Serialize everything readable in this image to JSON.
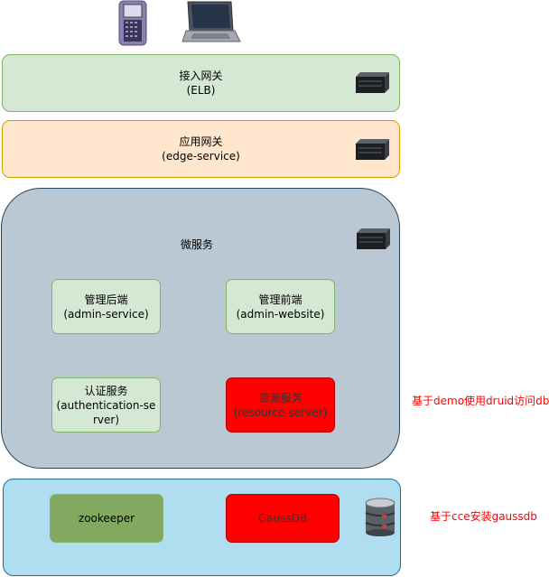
{
  "clients": {
    "phone_icon": "mobile-phone-icon",
    "laptop_icon": "laptop-icon"
  },
  "gateway_elb": {
    "title": "接入网关",
    "subtitle": "(ELB)"
  },
  "gateway_edge": {
    "title": "应用网关",
    "subtitle": "(edge-service)"
  },
  "microservices": {
    "title": "微服务",
    "services": [
      {
        "title": "管理后端",
        "subtitle": "(admin-service)"
      },
      {
        "title": "管理前端",
        "subtitle": "(admin-website)"
      },
      {
        "title": "认证服务",
        "subtitle": "(authentication-server)"
      },
      {
        "title": "资源服务",
        "subtitle": "(resource-server)"
      }
    ]
  },
  "datastores": {
    "zookeeper": "zookeeper",
    "gauss": "GaussDB"
  },
  "notes": {
    "resource": "基于demo使用druid访问db",
    "gauss": "基于cce安装gaussdb"
  },
  "colors": {
    "green_fill": "#d5e8d4",
    "orange_fill": "#ffe6cc",
    "slate_fill": "#bac8d3",
    "blue_fill": "#b1ddf0",
    "red": "#ff0000",
    "zk_fill": "#82a95f"
  }
}
